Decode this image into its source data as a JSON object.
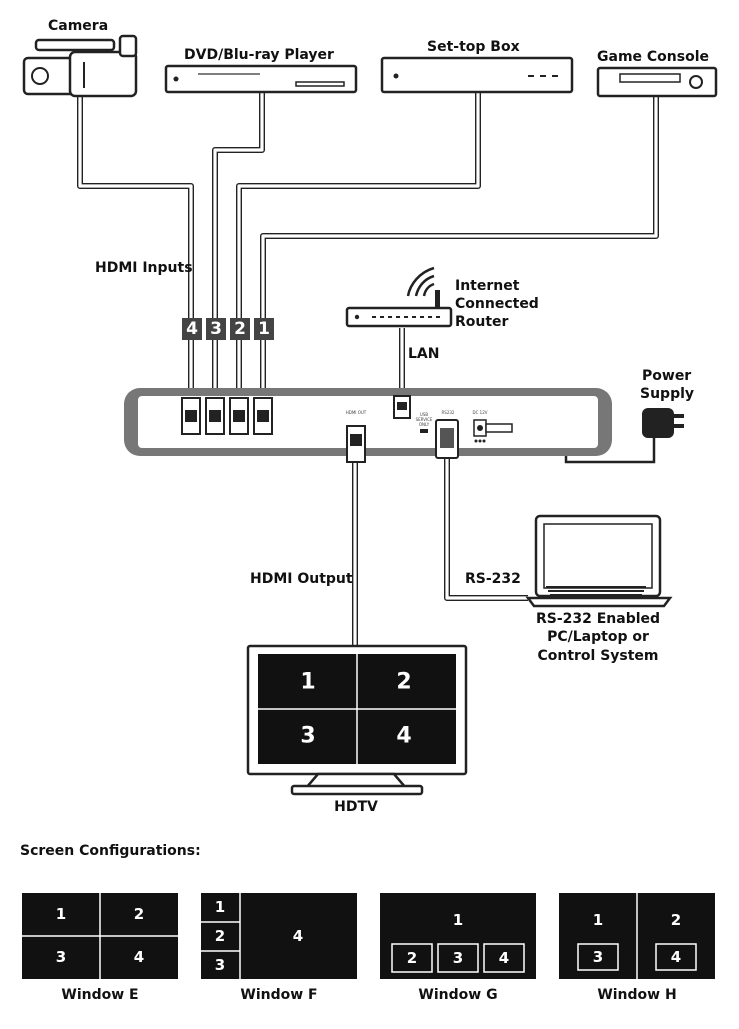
{
  "devices": {
    "camera": "Camera",
    "dvd_player": "DVD/Blu-ray Player",
    "settop_box": "Set-top Box",
    "game_console": "Game Console",
    "router": [
      "Internet",
      "Connected",
      "Router"
    ],
    "power_supply": [
      "Power",
      "Supply"
    ],
    "pc": [
      "RS-232 Enabled",
      "PC/Laptop or",
      "Control System"
    ],
    "hdtv": "HDTV"
  },
  "labels": {
    "hdmi_inputs": "HDMI Inputs",
    "lan": "LAN",
    "hdmi_output": "HDMI Output",
    "rs232": "RS-232"
  },
  "input_ports": [
    "4",
    "3",
    "2",
    "1"
  ],
  "panel_labels": {
    "hdmi_out": "HDMI OUT",
    "usb": [
      "USB",
      "SERVICE",
      "ONLY"
    ],
    "rs232": "RS232",
    "dc": "DC 12V"
  },
  "tv_quadrants": [
    "1",
    "2",
    "3",
    "4"
  ],
  "screen_configurations": {
    "title": "Screen Configurations:",
    "windows": [
      {
        "name": "Window E",
        "cells": [
          "1",
          "2",
          "3",
          "4"
        ]
      },
      {
        "name": "Window F",
        "cells": [
          "1",
          "2",
          "3",
          "4"
        ]
      },
      {
        "name": "Window G",
        "cells": [
          "1",
          "2",
          "3",
          "4"
        ]
      },
      {
        "name": "Window H",
        "cells": [
          "1",
          "2",
          "3",
          "4"
        ]
      }
    ]
  }
}
